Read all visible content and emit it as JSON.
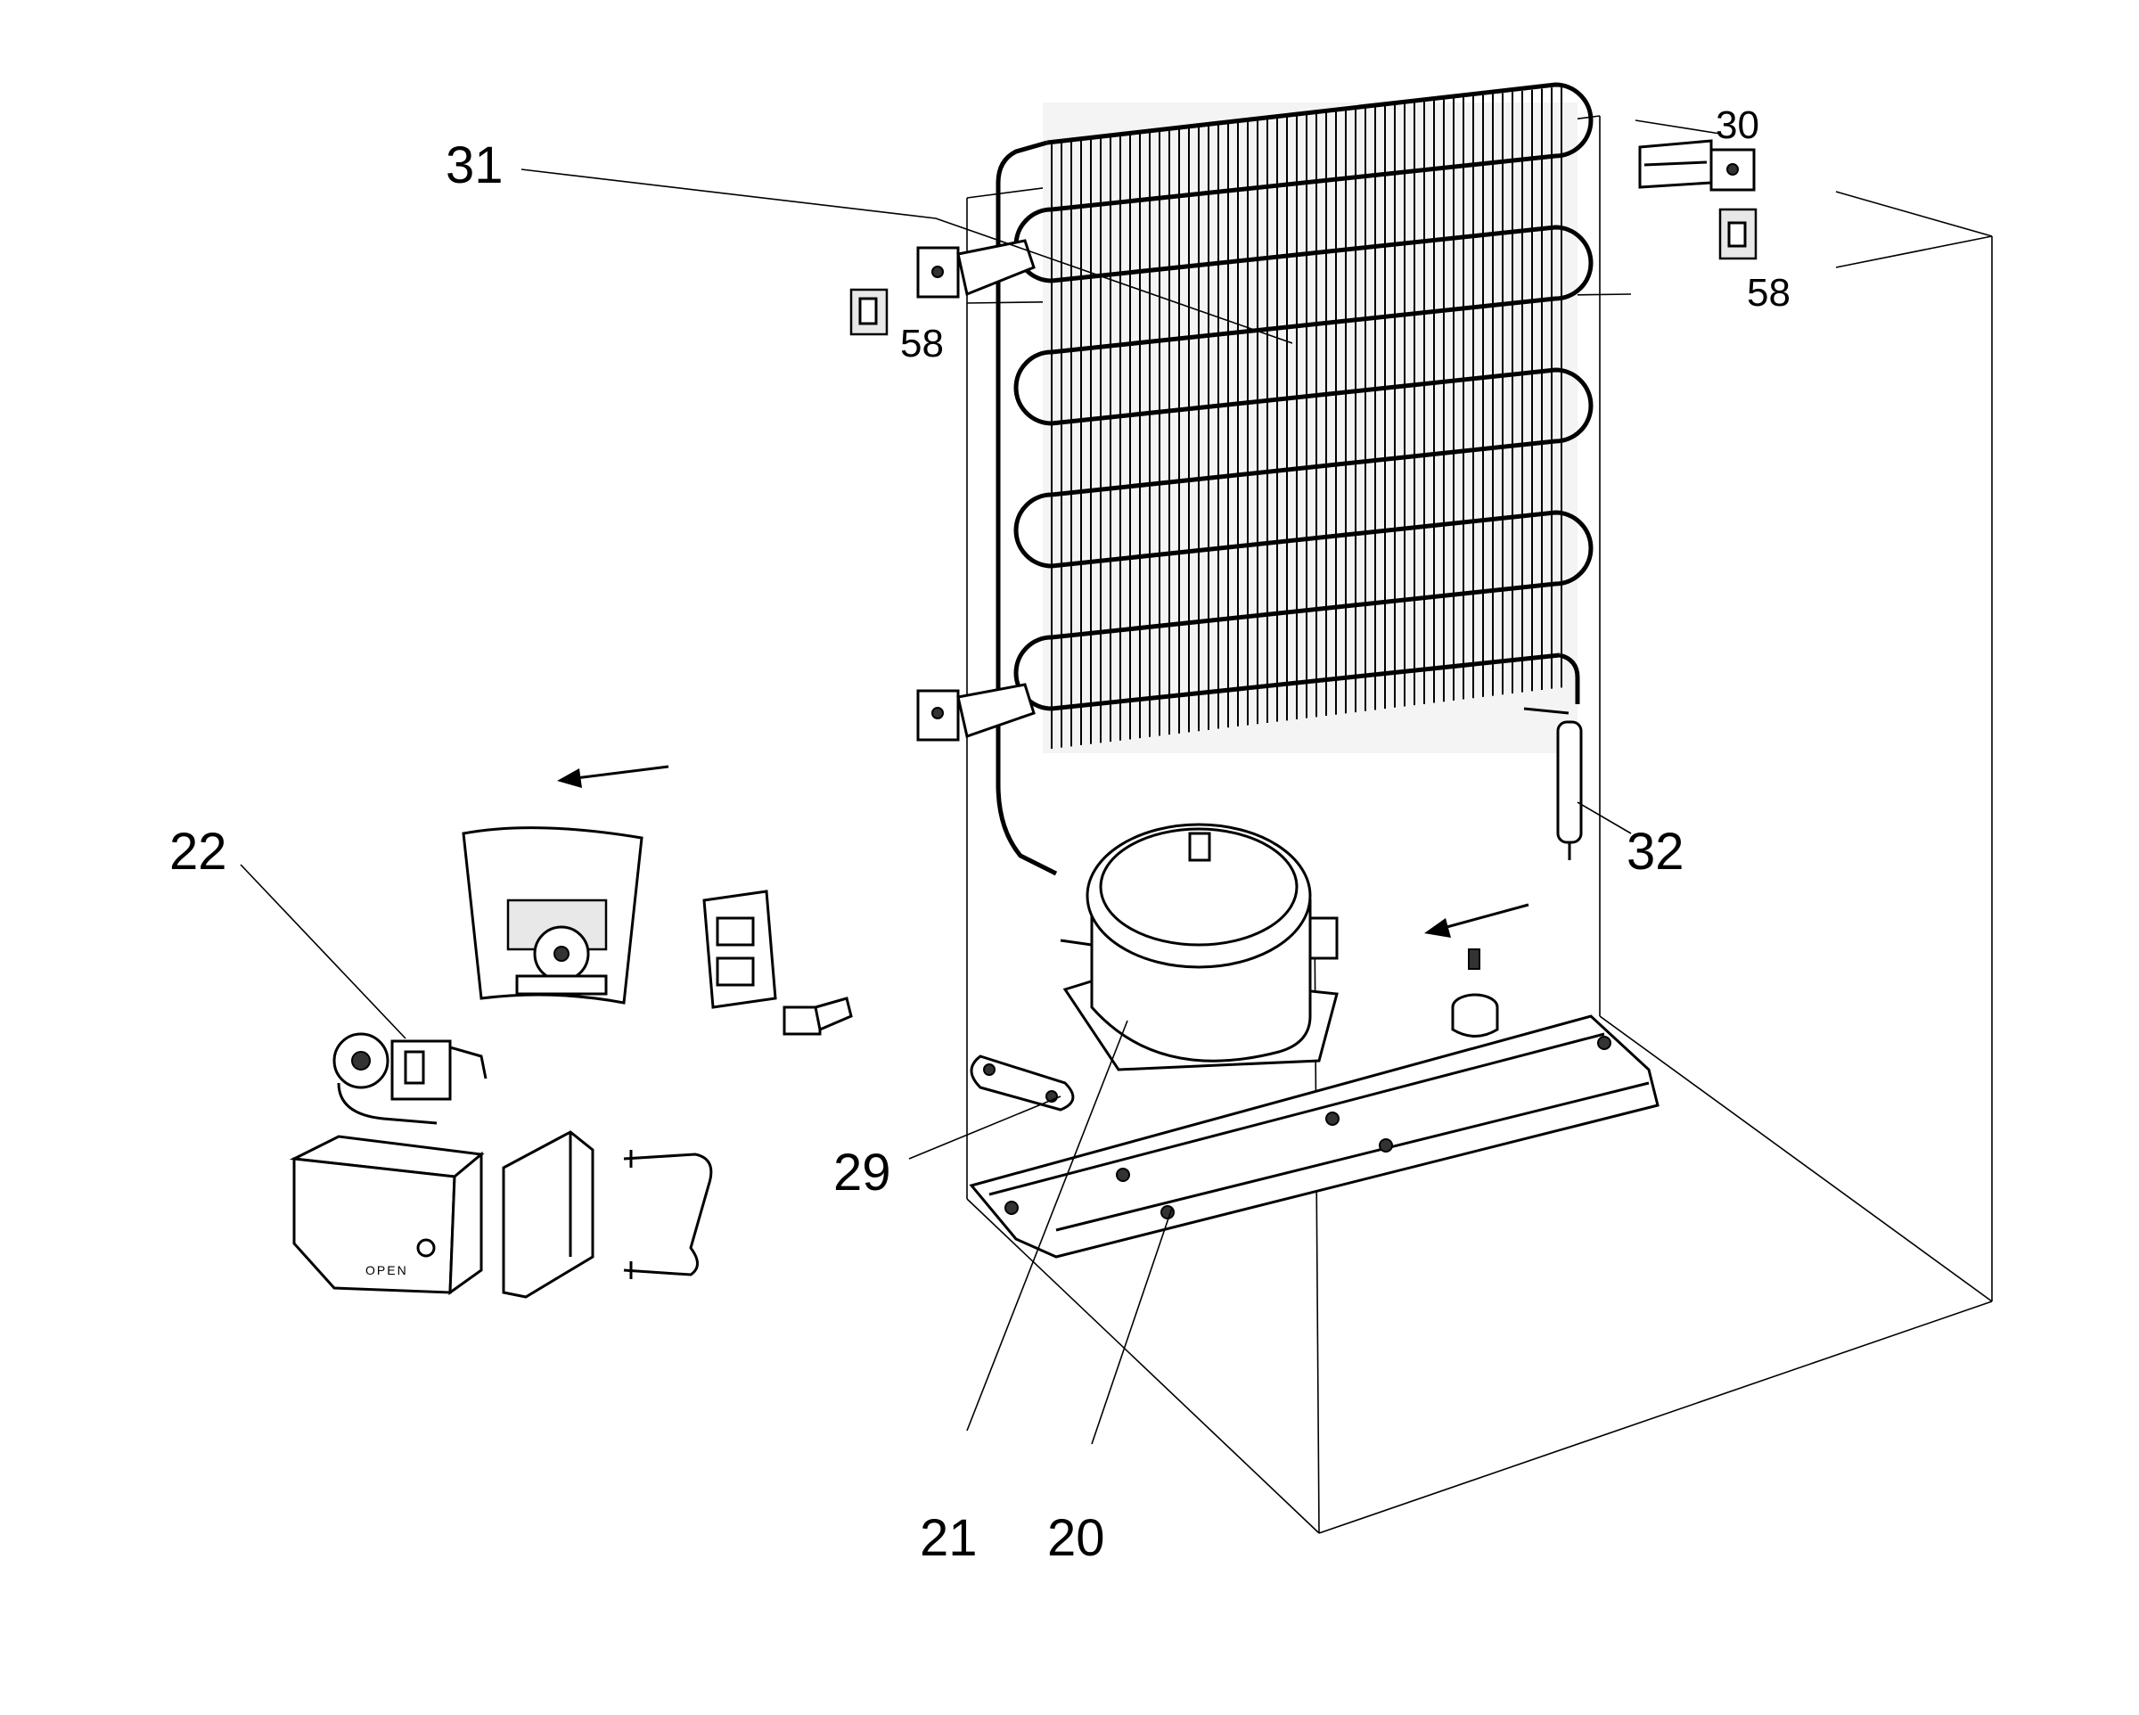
{
  "labels": {
    "l31": "31",
    "l30": "30",
    "l58a": "58",
    "l58b": "58",
    "l22": "22",
    "l32": "32",
    "l29": "29",
    "l21": "21",
    "l20": "20",
    "open_text": "OPEN"
  }
}
